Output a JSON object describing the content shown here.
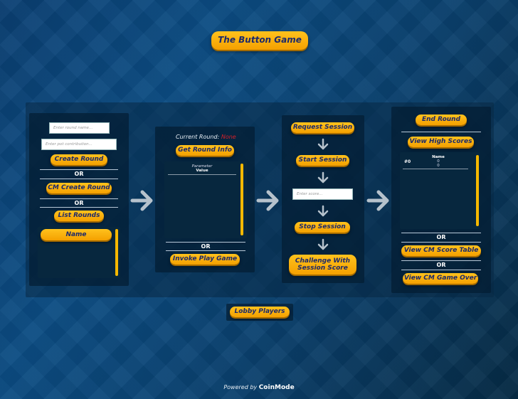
{
  "title": "The Button Game",
  "panel1": {
    "round_name_placeholder": "Enter round name...",
    "pot_contribution_placeholder": "Enter pot contribution...",
    "create_round": "Create Round",
    "or1": "OR",
    "cm_create_round": "CM Create Round",
    "or2": "OR",
    "list_rounds": "List Rounds",
    "name_header": "Name"
  },
  "panel2": {
    "current_round_label": "Current Round:",
    "current_round_value": "None",
    "get_round_info": "Get Round Info",
    "param_header": "Parameter",
    "value_header": "Value",
    "or": "OR",
    "invoke_play_game": "Invoke Play Game"
  },
  "panel3": {
    "request_session": "Request Session",
    "start_session": "Start Session",
    "score_placeholder": "Enter score...",
    "stop_session": "Stop Session",
    "challenge_line1": "Challenge With",
    "challenge_line2": "Session Score"
  },
  "panel4": {
    "end_round": "End Round",
    "view_high_scores": "View High Scores",
    "rank": "#0",
    "name_header": "Name",
    "val1": "0",
    "val2": "0",
    "or1": "OR",
    "view_cm_score_table": "View CM Score Table",
    "or2": "OR",
    "view_cm_game_over": "View CM Game Over"
  },
  "lobby_players": "Lobby Players",
  "footer": {
    "powered_by": "Powered by",
    "brand": "CoinMode"
  },
  "colors": {
    "button": "#f4a000",
    "button_text": "#1d2a6a",
    "accent_red": "#d6202a"
  }
}
